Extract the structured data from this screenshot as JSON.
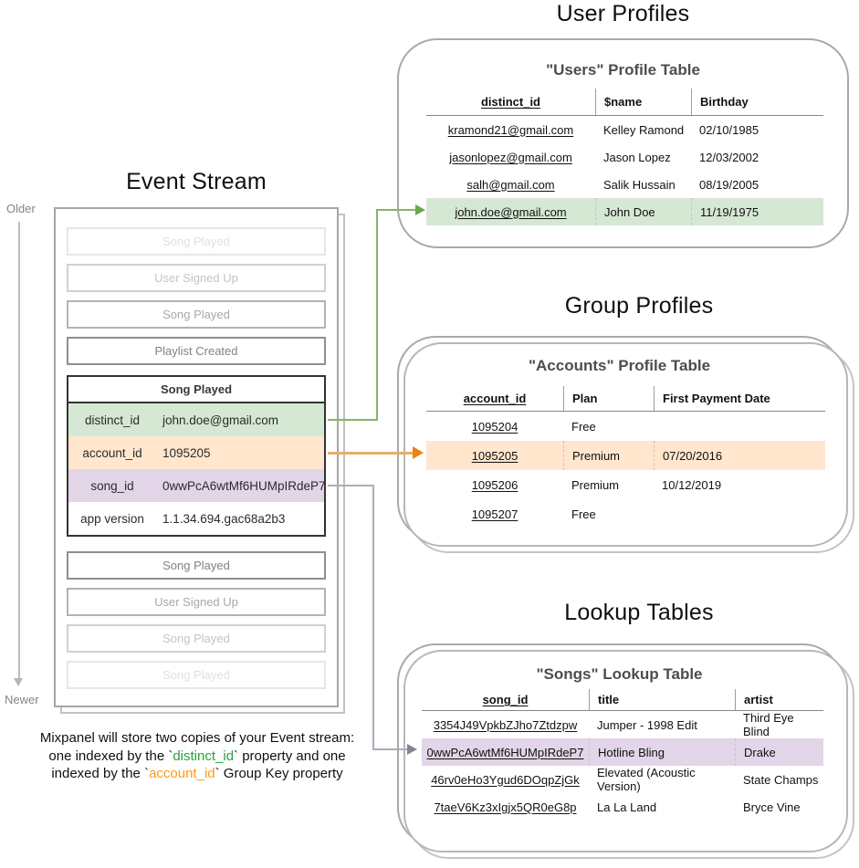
{
  "colors": {
    "green_fill": "#d5e8d4",
    "green_stroke": "#82b366",
    "orange_fill": "#ffe6cc",
    "orange_stroke": "#d79b00",
    "purple_fill": "#e1d5e7",
    "purple_stroke": "#9673a6",
    "caption_green": "#2aa13c",
    "caption_orange": "#ff9812"
  },
  "event_stream": {
    "title": "Event Stream",
    "older_label": "Older",
    "newer_label": "Newer",
    "events_before": [
      "Song Played",
      "User Signed Up",
      "Song Played",
      "Playlist Created"
    ],
    "expanded_event": {
      "title": "Song Played",
      "props": [
        {
          "key": "distinct_id",
          "value": "john.doe@gmail.com",
          "highlight": "green"
        },
        {
          "key": "account_id",
          "value": "1095205",
          "highlight": "orange"
        },
        {
          "key": "song_id",
          "value": "0wwPcA6wtMf6HUMpIRdeP7",
          "highlight": "purple"
        },
        {
          "key": "app version",
          "value": "1.1.34.694.gac68a2b3",
          "highlight": "none"
        }
      ]
    },
    "events_after": [
      "Song Played",
      "User Signed Up",
      "Song Played",
      "Song Played"
    ],
    "caption": {
      "line1": "Mixpanel will store two copies of your Event stream:",
      "line2_pre": "one indexed by the `",
      "line2_key": "distinct_id",
      "line2_post": "` property and one",
      "line3_pre": "indexed by the `",
      "line3_key": "account_id",
      "line3_post": "` Group Key property"
    }
  },
  "user_profiles": {
    "section_title": "User Profiles",
    "table_title": "\"Users\" Profile Table",
    "columns": [
      "distinct_id",
      "$name",
      "Birthday"
    ],
    "rows": [
      [
        "kramond21@gmail.com",
        "Kelley Ramond",
        "02/10/1985"
      ],
      [
        "jasonlopez@gmail.com",
        "Jason Lopez",
        "12/03/2002"
      ],
      [
        "salh@gmail.com",
        "Salik Hussain",
        "08/19/2005"
      ],
      [
        "john.doe@gmail.com",
        "John Doe",
        "11/19/1975"
      ]
    ],
    "highlighted_row": 3
  },
  "group_profiles": {
    "section_title": "Group Profiles",
    "table_title": "\"Accounts\" Profile Table",
    "columns": [
      "account_id",
      "Plan",
      "First Payment Date"
    ],
    "rows": [
      [
        "1095204",
        "Free",
        ""
      ],
      [
        "1095205",
        "Premium",
        "07/20/2016"
      ],
      [
        "1095206",
        "Premium",
        "10/12/2019"
      ],
      [
        "1095207",
        "Free",
        ""
      ]
    ],
    "highlighted_row": 1
  },
  "lookup_tables": {
    "section_title": "Lookup Tables",
    "table_title": "\"Songs\" Lookup Table",
    "columns": [
      "song_id",
      "title",
      "artist"
    ],
    "rows": [
      [
        "3354J49VpkbZJho7Ztdzpw",
        "Jumper - 1998 Edit",
        "Third Eye Blind"
      ],
      [
        "0wwPcA6wtMf6HUMpIRdeP7",
        "Hotline Bling",
        "Drake"
      ],
      [
        "46rv0eHo3Ygud6DOqpZjGk",
        "Elevated (Acoustic Version)",
        "State Champs"
      ],
      [
        "7taeV6Kz3xIgjx5QR0eG8p",
        "La La Land",
        "Bryce Vine"
      ]
    ],
    "highlighted_row": 1
  }
}
